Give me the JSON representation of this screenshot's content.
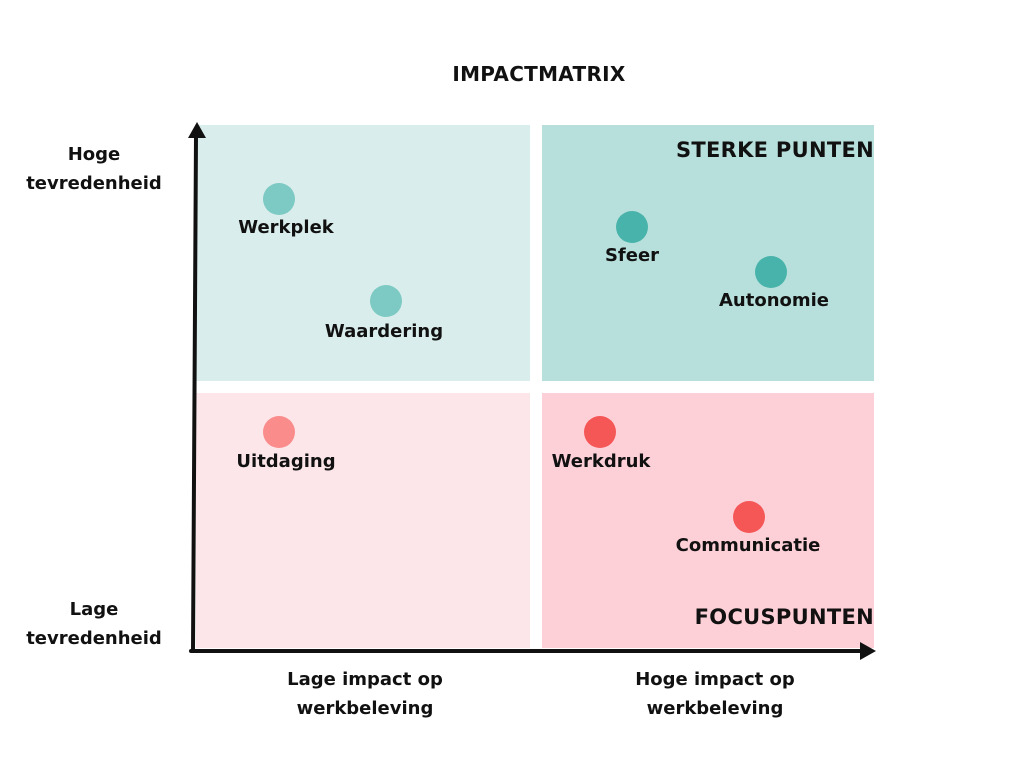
{
  "title": "IMPACTMATRIX",
  "quadrants": {
    "top_right_title": "STERKE PUNTEN",
    "bottom_right_title": "FOCUSPUNTEN"
  },
  "axes": {
    "y_high": [
      "Hoge",
      "tevredenheid"
    ],
    "y_low": [
      "Lage",
      "tevredenheid"
    ],
    "x_low": [
      "Lage impact op",
      "werkbeleving"
    ],
    "x_high": [
      "Hoge impact op",
      "werkbeleving"
    ]
  },
  "colors": {
    "teal_light": "#d9eeec",
    "teal_mid": "#b7e0dc",
    "pink_light": "#fde6e9",
    "pink_mid": "#fdd0d8",
    "dot_teal_soft": "#7dc9c3",
    "dot_teal_strong": "#48b3aa",
    "dot_red_soft": "#fa8c8c",
    "dot_red_strong": "#f55656"
  },
  "points": [
    {
      "label": "Werkplek",
      "color": "#7dc9c3"
    },
    {
      "label": "Waardering",
      "color": "#7dc9c3"
    },
    {
      "label": "Sfeer",
      "color": "#48b3aa"
    },
    {
      "label": "Autonomie",
      "color": "#48b3aa"
    },
    {
      "label": "Uitdaging",
      "color": "#fa8c8c"
    },
    {
      "label": "Werkdruk",
      "color": "#f55656"
    },
    {
      "label": "Communicatie",
      "color": "#f55656"
    }
  ]
}
